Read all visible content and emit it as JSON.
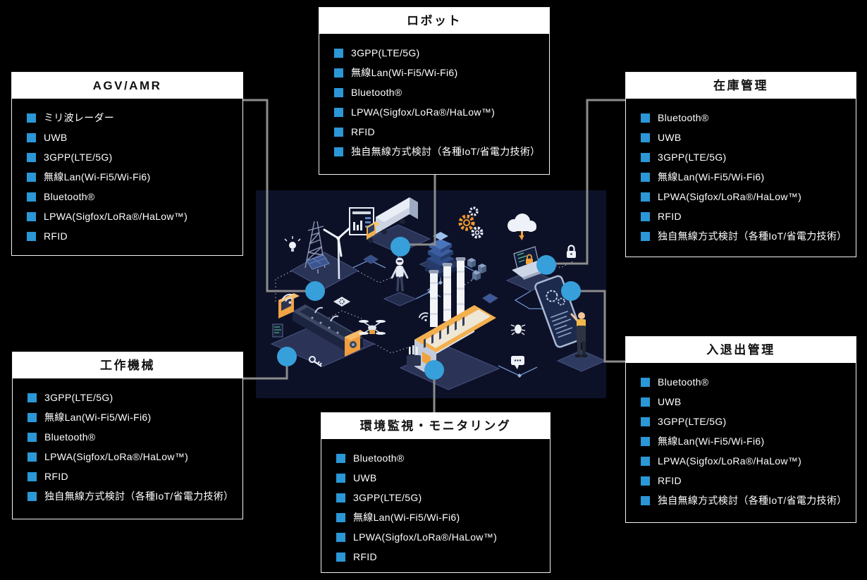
{
  "theme": {
    "page_bg": "#000000",
    "accent_blue": "#2b97d6",
    "dot_blue": "#379fd9",
    "connector_gray": "#8c8c8c",
    "illustration_bg": "#0d1128",
    "box_border": "#f2f2f2",
    "title_bg": "#ffffff",
    "title_text": "#111111",
    "item_text": "#ffffff"
  },
  "boxes": [
    {
      "id": "robot",
      "title": "ロボット",
      "items": [
        "3GPP(LTE/5G)",
        "無線Lan(Wi-Fi5/Wi-Fi6)",
        "Bluetooth®",
        "LPWA(Sigfox/LoRa®/HaLow™)",
        "RFID",
        "独自無線方式検討（各種IoT/省電力技術）"
      ]
    },
    {
      "id": "agv-amr",
      "title": "AGV/AMR",
      "items": [
        "ミリ波レーダー",
        "UWB",
        "3GPP(LTE/5G)",
        "無線Lan(Wi-Fi5/Wi-Fi6)",
        "Bluetooth®",
        "LPWA(Sigfox/LoRa®/HaLow™)",
        "RFID"
      ]
    },
    {
      "id": "inventory-management",
      "title": "在庫管理",
      "items": [
        "Bluetooth®",
        "UWB",
        "3GPP(LTE/5G)",
        "無線Lan(Wi-Fi5/Wi-Fi6)",
        "LPWA(Sigfox/LoRa®/HaLow™)",
        "RFID",
        "独自無線方式検討（各種IoT/省電力技術）"
      ]
    },
    {
      "id": "machine-tools",
      "title": "工作機械",
      "items": [
        "3GPP(LTE/5G)",
        "無線Lan(Wi-Fi5/Wi-Fi6)",
        "Bluetooth®",
        "LPWA(Sigfox/LoRa®/HaLow™)",
        "RFID",
        "独自無線方式検討（各種IoT/省電力技術）"
      ]
    },
    {
      "id": "environment-monitoring",
      "title": "環境監視・モニタリング",
      "items": [
        "Bluetooth®",
        "UWB",
        "3GPP(LTE/5G)",
        "無線Lan(Wi-Fi5/Wi-Fi6)",
        "LPWA(Sigfox/LoRa®/HaLow™)",
        "RFID"
      ]
    },
    {
      "id": "entry-exit-management",
      "title": "入退出管理",
      "items": [
        "Bluetooth®",
        "UWB",
        "3GPP(LTE/5G)",
        "無線Lan(Wi-Fi5/Wi-Fi6)",
        "LPWA(Sigfox/LoRa®/HaLow™)",
        "RFID",
        "独自無線方式検討（各種IoT/省電力技術）"
      ]
    }
  ],
  "illustration": {
    "icons": [
      "power-pylon",
      "wind-turbine",
      "solar-panel",
      "dashboard-card",
      "truck",
      "humanoid-robot",
      "server-stack",
      "gears",
      "cloud-download",
      "data-cubes",
      "laptop-lock",
      "padlock",
      "security-screen",
      "worker",
      "factory-chimneys",
      "conveyor-machine",
      "drone",
      "wifi-signal",
      "light-bulb",
      "key",
      "bug",
      "speech-bubble",
      "connection-dot"
    ]
  }
}
